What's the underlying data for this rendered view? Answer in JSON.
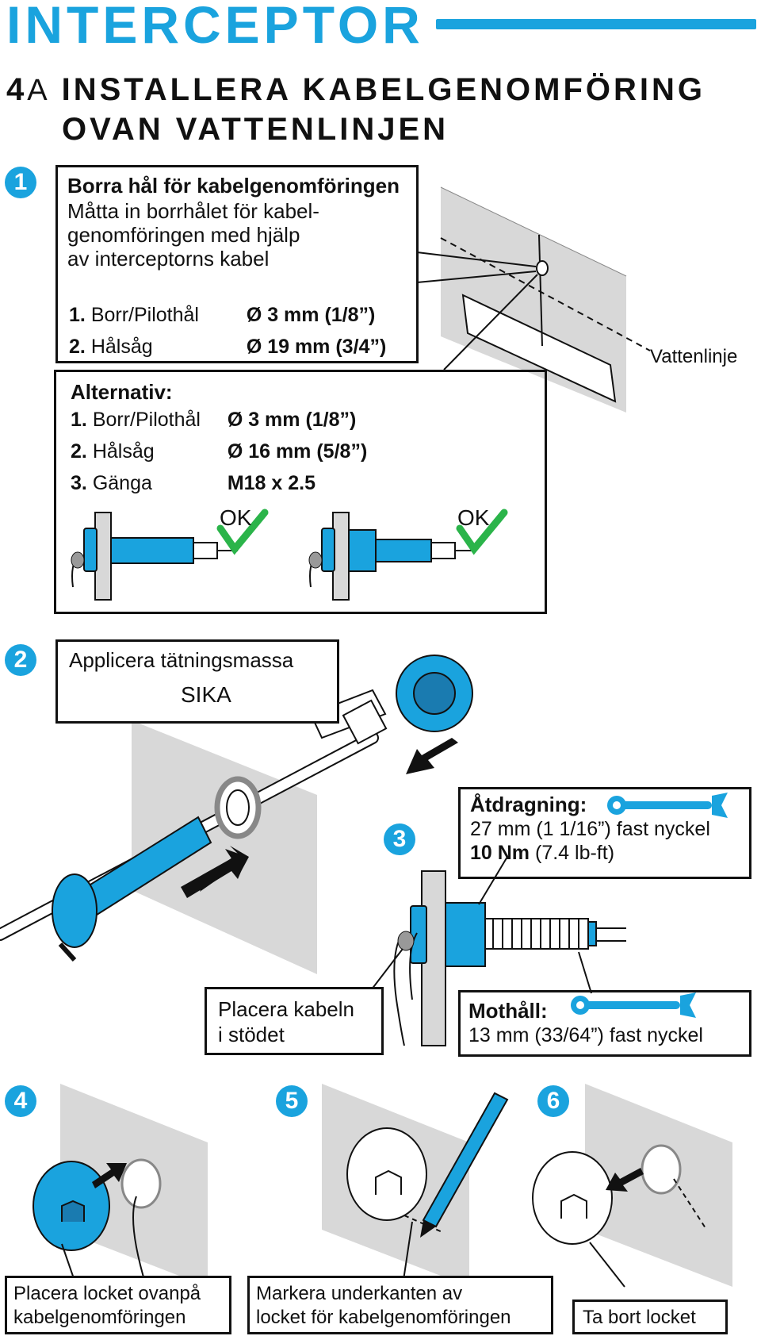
{
  "brand": "INTERCEPTOR",
  "section": {
    "number": "4",
    "letter": "A",
    "title_line1": "INSTALLERA KABELGENOMFÖRING",
    "title_line2": "OVAN VATTENLINJEN"
  },
  "steps": {
    "s1": "1",
    "s2": "2",
    "s3": "3",
    "s4": "4",
    "s5": "5",
    "s6": "6"
  },
  "step1": {
    "heading": "Borra hål för kabelgenomföringen",
    "desc_line1": "Måtta in borrhålet för kabel-",
    "desc_line2": "genomföringen med hjälp",
    "desc_line3": "av interceptorns kabel",
    "items": [
      {
        "num": "1.",
        "label": "Borr/Pilothål",
        "value": "Ø 3 mm (1/8”)"
      },
      {
        "num": "2.",
        "label": "Hålsåg",
        "value": "Ø 19 mm (3/4”)"
      }
    ],
    "waterline": "Vattenlinje"
  },
  "alternative": {
    "heading": "Alternativ:",
    "items": [
      {
        "num": "1.",
        "label": "Borr/Pilothål",
        "value": "Ø 3 mm (1/8”)"
      },
      {
        "num": "2.",
        "label": "Hålsåg",
        "value": "Ø 16 mm (5/8”)"
      },
      {
        "num": "3.",
        "label": "Gänga",
        "value": "M18 x 2.5"
      }
    ],
    "ok1": "OK",
    "ok2": "OK"
  },
  "step2": {
    "heading": "Applicera tätningsmassa",
    "tube_label": "SIKA"
  },
  "step3": {
    "torque_heading": "Åtdragning:",
    "torque_line": "27 mm (1 1/16”) fast nyckel",
    "torque_value": "10 Nm",
    "torque_unit": "(7.4 lb-ft)",
    "hold_heading": "Mothåll:",
    "hold_line": "13 mm (33/64”) fast nyckel",
    "cable_line1": "Placera kabeln",
    "cable_line2": "i stödet"
  },
  "step4": {
    "line1": "Placera locket ovanpå",
    "line2": "kabelgenomföringen"
  },
  "step5": {
    "line1": "Markera underkanten av",
    "line2": "locket för kabelgenomföringen"
  },
  "step6": {
    "line1": "Ta bort locket"
  },
  "colors": {
    "accent": "#1aa3de",
    "ok": "#2bb44a",
    "gray": "#d8d8d8"
  }
}
